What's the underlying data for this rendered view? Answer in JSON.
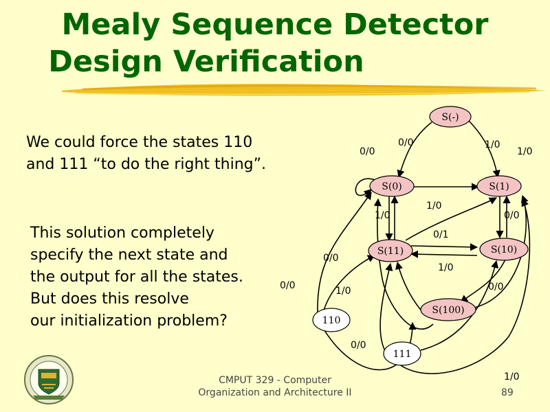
{
  "title": {
    "line1": "Mealy Sequence Detector",
    "line2": "Design Verification"
  },
  "paragraph1": [
    "We could force the states 110",
    "and 111 “to do the right thing”."
  ],
  "paragraph2": [
    "This solution completely",
    "specify the next state and",
    "the output for all the states.",
    "But does this resolve",
    "our initialization problem?"
  ],
  "diagram": {
    "states": [
      {
        "id": "s_init",
        "label": "S(-)",
        "color": "#f4c4c4"
      },
      {
        "id": "s0",
        "label": "S(0)",
        "color": "#f4c4c4"
      },
      {
        "id": "s1",
        "label": "S(1)",
        "color": "#f4c4c4"
      },
      {
        "id": "s11",
        "label": "S(11)",
        "color": "#f4c4c4"
      },
      {
        "id": "s10",
        "label": "S(10)",
        "color": "#f4c4c4"
      },
      {
        "id": "s100",
        "label": "S(100)",
        "color": "#f4c4c4"
      },
      {
        "id": "s110",
        "label": "110",
        "color": "#ffffff"
      },
      {
        "id": "s111",
        "label": "111",
        "color": "#ffffff"
      }
    ],
    "edge_labels": [
      "0/0",
      "1/0",
      "0/0",
      "1/0",
      "1/0",
      "1/0",
      "0/0",
      "0/1",
      "0/0",
      "1/0",
      "0/0",
      "1/0",
      "0/0",
      "0/0",
      "1/0"
    ]
  },
  "footer": {
    "line1": "CMPUT 329 - Computer",
    "line2": "Organization and Architecture II",
    "page": "89"
  },
  "colors": {
    "title": "#006600",
    "background": "#ffffcc",
    "state_fill": "#f4c4c4",
    "brush": "#f0c020"
  }
}
